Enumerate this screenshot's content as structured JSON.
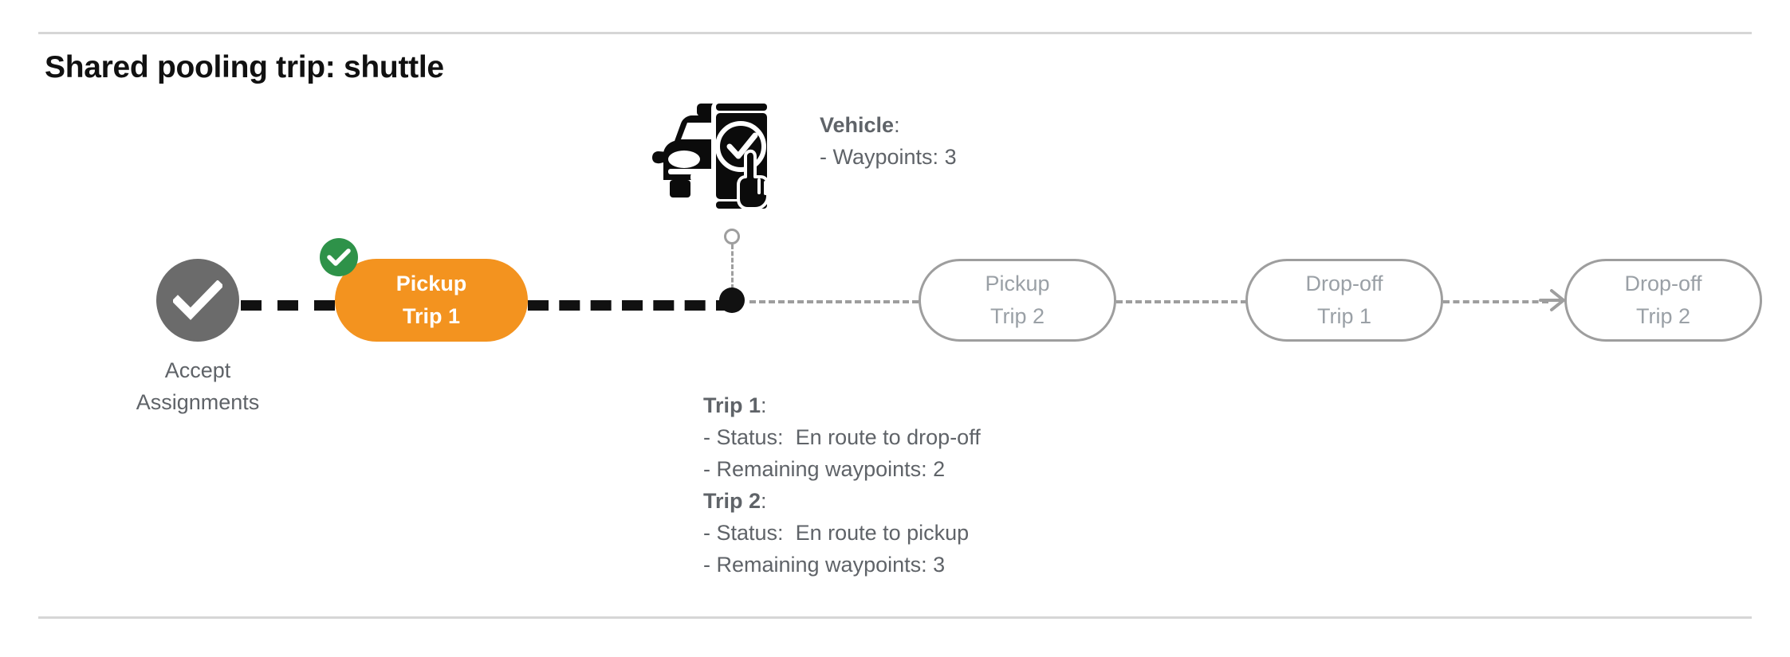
{
  "page": {
    "title": "Shared pooling trip: shuttle",
    "background": "#ffffff",
    "divider_color": "#d6d6d6"
  },
  "colors": {
    "active_node": "#F3931F",
    "success_badge": "#2E9249",
    "completed_node": "#6B6B6B",
    "pending_border": "#9E9E9E",
    "pending_text": "#9AA0A6",
    "body_text": "#5F6368",
    "path_active": "#111111",
    "path_pending": "#9E9E9E"
  },
  "timeline": {
    "start_node": {
      "label_line1": "Accept",
      "label_line2": "Assignments",
      "icon": "check-circle-icon",
      "state": "completed"
    },
    "nodes": [
      {
        "id": "pickup-trip-1",
        "line1": "Pickup",
        "line2": "Trip 1",
        "state": "active",
        "badge": "check-icon"
      },
      {
        "id": "pickup-trip-2",
        "line1": "Pickup",
        "line2": "Trip 2",
        "state": "pending"
      },
      {
        "id": "dropoff-trip-1",
        "line1": "Drop-off",
        "line2": "Trip 1",
        "state": "pending"
      },
      {
        "id": "dropoff-trip-2",
        "line1": "Drop-off",
        "line2": "Trip 2",
        "state": "pending"
      }
    ],
    "vehicle_marker": {
      "icon": "vehicle-app-check-icon",
      "dot": "vehicle-position-dot"
    }
  },
  "vehicle_info": {
    "heading": "Vehicle",
    "heading_suffix": ":",
    "waypoints_label": "- Waypoints:",
    "waypoints_value": "3"
  },
  "trip_info": [
    {
      "heading": "Trip 1",
      "heading_suffix": ":",
      "status_label": "- Status:",
      "status_value": "En route to drop-off",
      "waypoints_label": "- Remaining waypoints:",
      "waypoints_value": "2"
    },
    {
      "heading": "Trip 2",
      "heading_suffix": ":",
      "status_label": "- Status:",
      "status_value": "En route to pickup",
      "waypoints_label": "- Remaining waypoints:",
      "waypoints_value": "3"
    }
  ]
}
